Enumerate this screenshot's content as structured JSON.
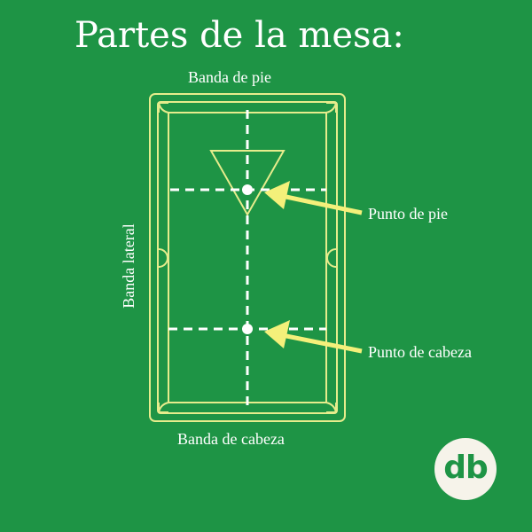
{
  "title": "Partes de la mesa:",
  "labels": {
    "foot_rail": "Banda de pie",
    "head_rail": "Banda de cabeza",
    "side_rail": "Banda lateral",
    "foot_spot": "Punto de pie",
    "head_spot": "Punto de cabeza"
  },
  "logo": {
    "text": "db"
  },
  "colors": {
    "background": "#1e9445",
    "table_outline": "#e6ec8c",
    "arrow": "#f4f07a",
    "text": "#ffffff"
  }
}
